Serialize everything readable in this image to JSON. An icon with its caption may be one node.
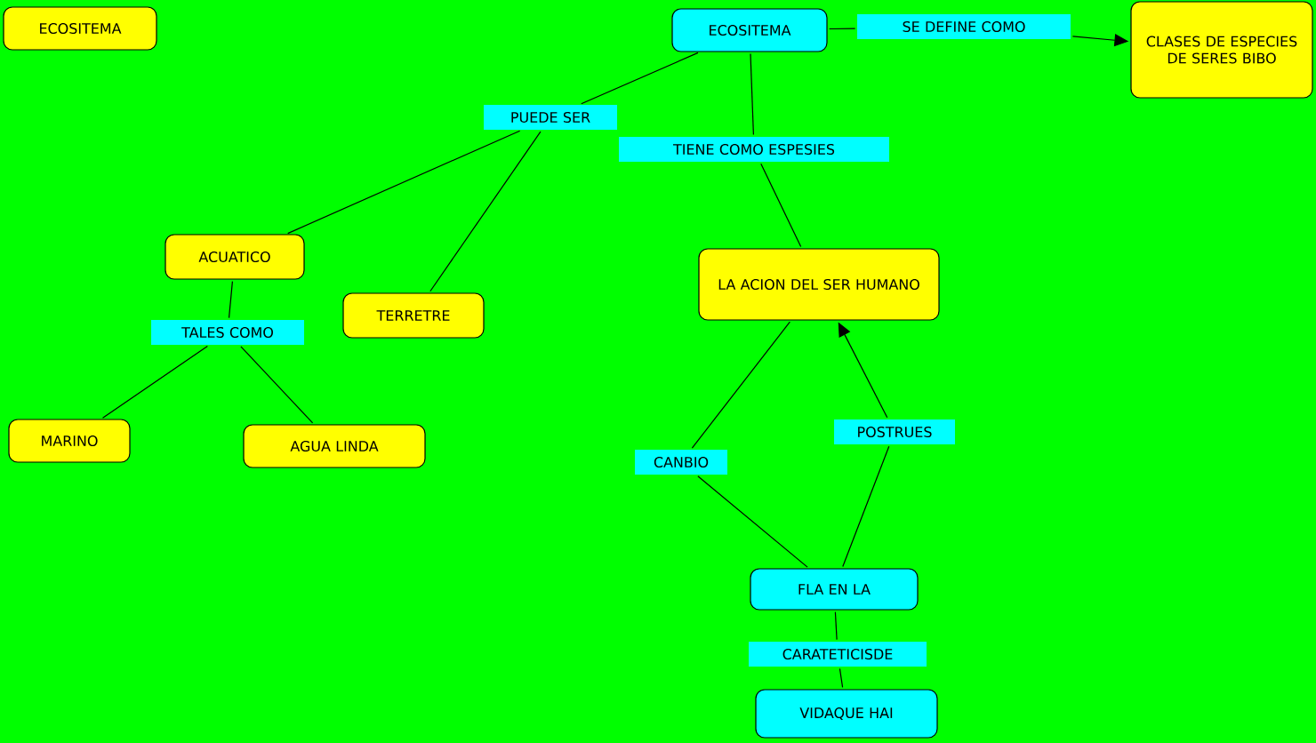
{
  "diagram": {
    "nodes": [
      {
        "text": [
          "ECOSITEMA"
        ]
      },
      {
        "text": [
          "ECOSITEMA"
        ]
      },
      {
        "text": [
          "CLASES DE ESPECIES DE SERES BIBO"
        ]
      },
      {
        "text": [
          "SE DEFINE COMO"
        ]
      },
      {
        "text": [
          "PUEDE SER"
        ]
      },
      {
        "text": [
          "TIENE COMO ESPESIES"
        ]
      },
      {
        "text": [
          "ACUATICO"
        ]
      },
      {
        "text": [
          "TERRETRE"
        ]
      },
      {
        "text": [
          "LA ACION DEL SER HUMANO"
        ]
      },
      {
        "text": [
          "TALES COMO"
        ]
      },
      {
        "text": [
          "MARINO"
        ]
      },
      {
        "text": [
          "AGUA LINDA"
        ]
      },
      {
        "text": [
          "CANBIO"
        ]
      },
      {
        "text": [
          "POSTRUES"
        ]
      },
      {
        "text": [
          "FLA EN LA"
        ]
      },
      {
        "text": [
          "CARATETICISDE"
        ]
      },
      {
        "text": [
          "VIDAQUE HAI"
        ]
      }
    ],
    "edges": [
      {
        "from": 1,
        "to": 3,
        "arrow": "none"
      },
      {
        "from": 3,
        "to": 2,
        "arrow": "to"
      },
      {
        "from": 1,
        "to": 4,
        "arrow": "none"
      },
      {
        "from": 4,
        "to": 6,
        "arrow": "none"
      },
      {
        "from": 4,
        "to": 7,
        "arrow": "none"
      },
      {
        "from": 1,
        "to": 5,
        "arrow": "none"
      },
      {
        "from": 5,
        "to": 8,
        "arrow": "none"
      },
      {
        "from": 6,
        "to": 9,
        "arrow": "none"
      },
      {
        "from": 9,
        "to": 10,
        "arrow": "none"
      },
      {
        "from": 9,
        "to": 11,
        "arrow": "none"
      },
      {
        "from": 8,
        "to": 12,
        "arrow": "none"
      },
      {
        "from": 12,
        "to": 14,
        "arrow": "none"
      },
      {
        "from": 14,
        "to": 13,
        "arrow": "none"
      },
      {
        "from": 13,
        "to": 8,
        "arrow": "to"
      },
      {
        "from": 14,
        "to": 15,
        "arrow": "none"
      },
      {
        "from": 15,
        "to": 16,
        "arrow": "none"
      }
    ]
  }
}
